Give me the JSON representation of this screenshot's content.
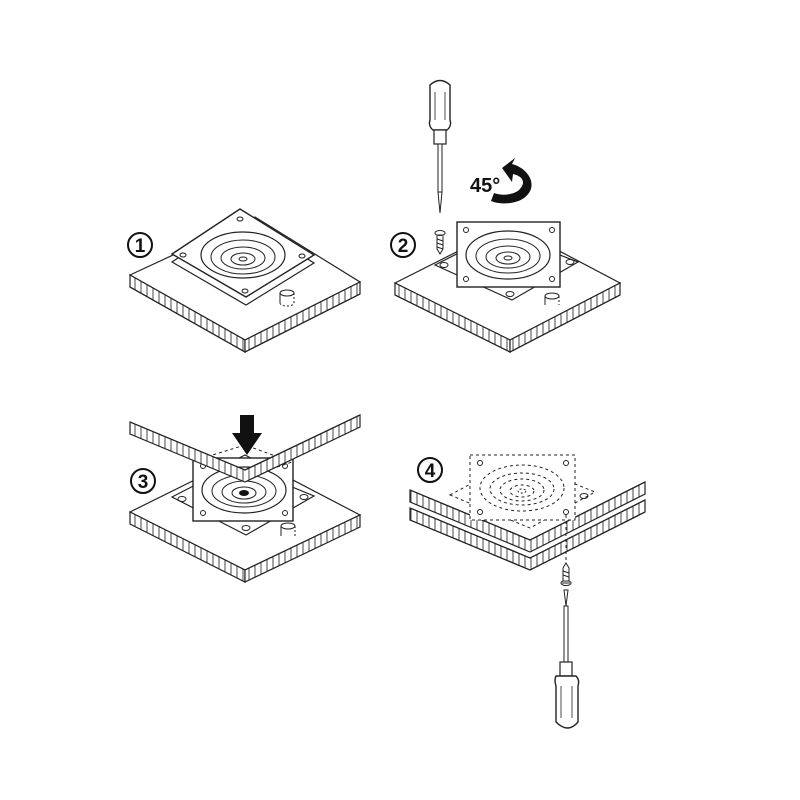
{
  "steps": [
    {
      "number": "1"
    },
    {
      "number": "2",
      "rotation_label": "45°"
    },
    {
      "number": "3"
    },
    {
      "number": "4"
    }
  ],
  "colors": {
    "line": "#1a1a1a",
    "background": "#ffffff"
  }
}
